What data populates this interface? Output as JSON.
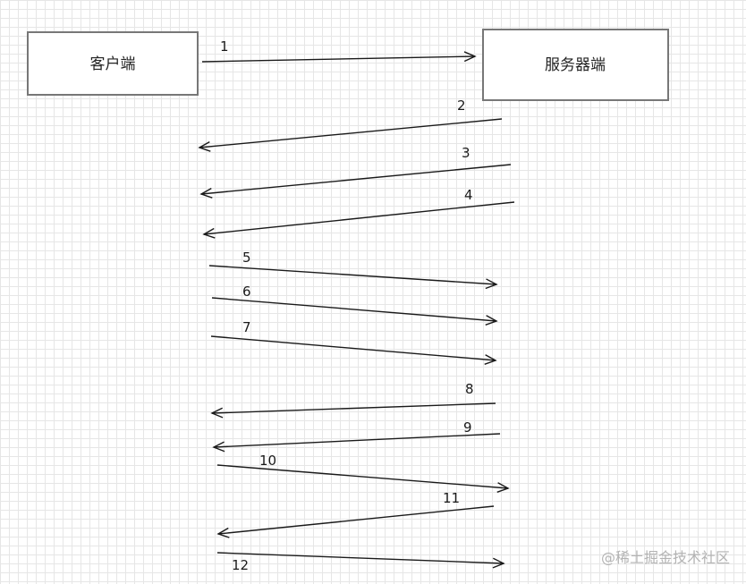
{
  "nodes": {
    "client": {
      "label": "客户端"
    },
    "server": {
      "label": "服务器端"
    }
  },
  "messages": [
    {
      "label": "1",
      "from": "client",
      "to": "server"
    },
    {
      "label": "2",
      "from": "server",
      "to": "client"
    },
    {
      "label": "3",
      "from": "server",
      "to": "client"
    },
    {
      "label": "4",
      "from": "server",
      "to": "client"
    },
    {
      "label": "5",
      "from": "client",
      "to": "server"
    },
    {
      "label": "6",
      "from": "client",
      "to": "server"
    },
    {
      "label": "7",
      "from": "client",
      "to": "server"
    },
    {
      "label": "8",
      "from": "server",
      "to": "client"
    },
    {
      "label": "9",
      "from": "server",
      "to": "client"
    },
    {
      "label": "10",
      "from": "client",
      "to": "server"
    },
    {
      "label": "11",
      "from": "server",
      "to": "client"
    },
    {
      "label": "12",
      "from": "client",
      "to": "server"
    }
  ],
  "watermark": "@稀土掘金技术社区",
  "colors": {
    "line": "#1a1a1a",
    "box_border": "#777777",
    "grid": "#e6e6e6",
    "watermark": "#b3b3b3"
  }
}
